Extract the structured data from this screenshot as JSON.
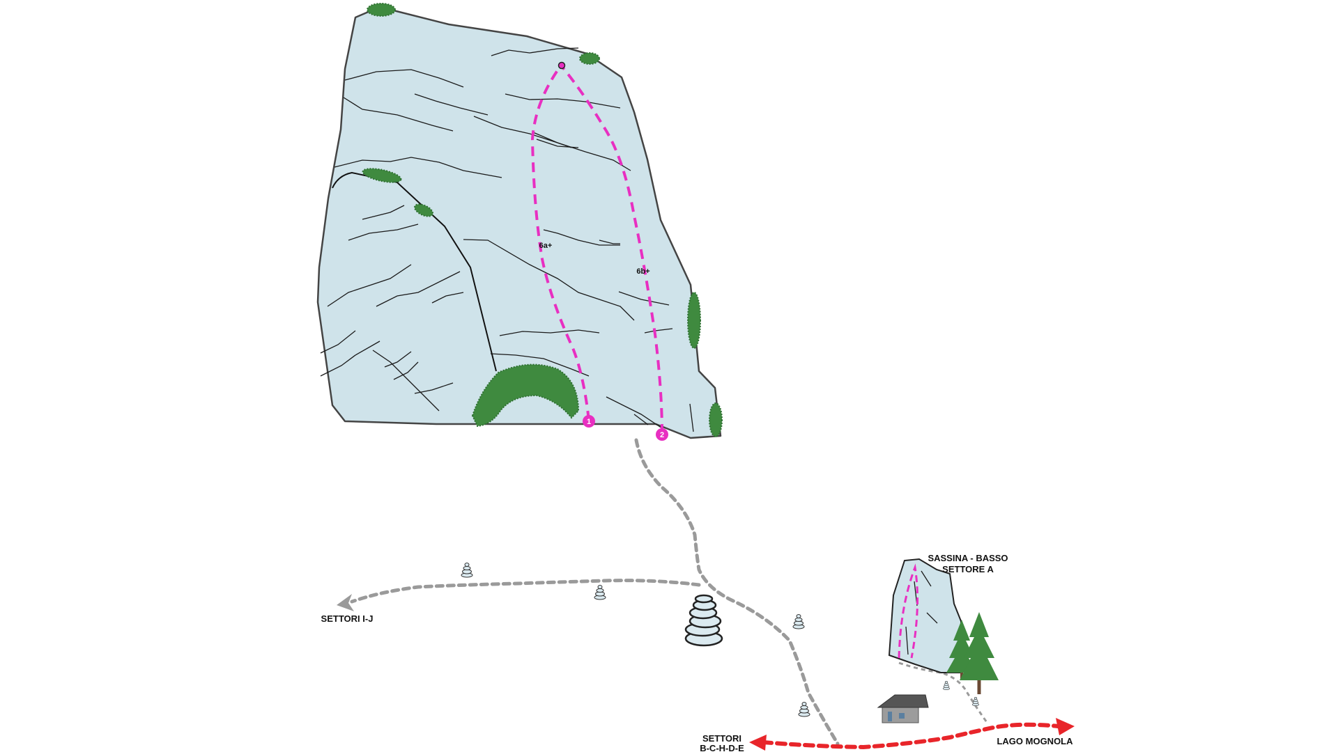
{
  "colors": {
    "rock_fill": "#cfe3ea",
    "rock_stroke": "#444444",
    "route": "#e82fc1",
    "trail_grey": "#9a9a9a",
    "trail_red": "#e8252a",
    "vegetation": "#3f8a3f"
  },
  "routes": [
    {
      "number": "1",
      "grade": "6a+"
    },
    {
      "number": "2",
      "grade": "6b+"
    }
  ],
  "labels": {
    "settori_ij": "SETTORI I-J",
    "settori_bchde_line1": "SETTORI",
    "settori_bchde_line2": "B-C-H-D-E",
    "lago": "LAGO MOGNOLA",
    "sector_line1": "SASSINA - BASSO",
    "sector_line2": "SETTORE A"
  },
  "icons": [
    "cairn-icon",
    "hut-icon",
    "pine-tree-icon",
    "arrow-icon",
    "belay-anchor-icon"
  ]
}
